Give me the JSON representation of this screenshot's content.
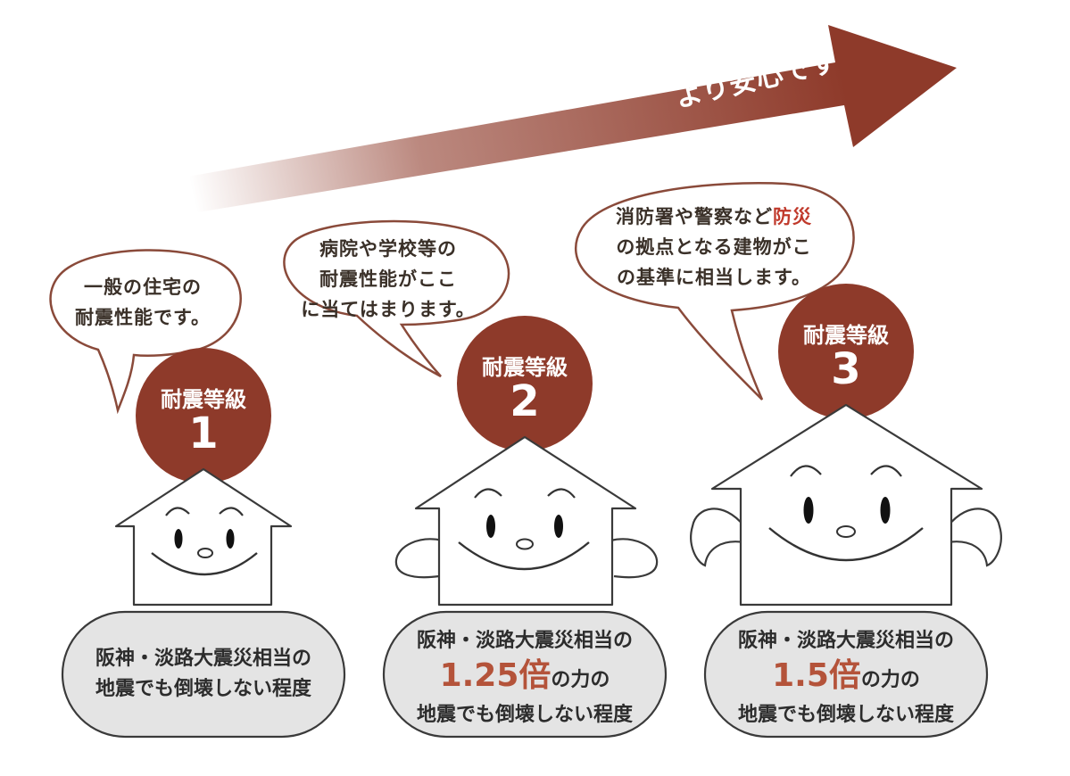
{
  "arrow": {
    "label": "より安心です"
  },
  "levels": [
    {
      "badge_title": "耐震等級",
      "badge_number": "1",
      "bubble_lines": [
        "一般の住宅の",
        "耐震性能です。"
      ],
      "pill_lines": [
        "阪神・淡路大震災相当の",
        "地震でも倒壊しない程度"
      ]
    },
    {
      "badge_title": "耐震等級",
      "badge_number": "2",
      "bubble_lines": [
        "病院や学校等の",
        "耐震性能がここ",
        "に当てはまります。"
      ],
      "pill_top": "阪神・淡路大震災相当の",
      "pill_multiplier": "1.25倍",
      "pill_multiplier_suffix": "の力の",
      "pill_bottom": "地震でも倒壊しない程度"
    },
    {
      "badge_title": "耐震等級",
      "badge_number": "3",
      "bubble_line1_a": "消防署や警察など",
      "bubble_line1_b": "防災",
      "bubble_line2": "の拠点となる建物がこ",
      "bubble_line3": "の基準に相当します。",
      "pill_top": "阪神・淡路大震災相当の",
      "pill_multiplier": "1.5倍",
      "pill_multiplier_suffix": "の力の",
      "pill_bottom": "地震でも倒壊しない程度"
    }
  ],
  "colors": {
    "accent_brown": "#8e3a2a",
    "bubble_stroke": "#8a4a3a",
    "pill_fill": "#e4e4e4",
    "highlight_red": "#c0392b",
    "multiplier": "#b4533a"
  }
}
